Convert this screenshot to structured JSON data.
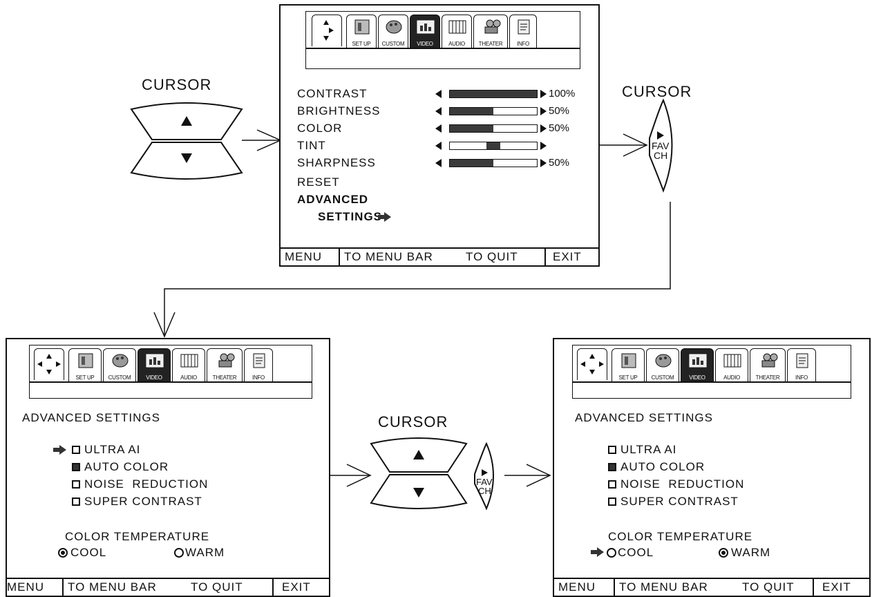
{
  "tabs": {
    "labels": [
      "SET UP",
      "CUSTOM",
      "VIDEO",
      "AUDIO",
      "THEATER",
      "INFO"
    ],
    "selected": "VIDEO"
  },
  "cursor_labels": {
    "left": "CURSOR",
    "right": "CURSOR",
    "middle": "CURSOR"
  },
  "fav_ch": {
    "line1": "FAV",
    "line2": "CH"
  },
  "footer": {
    "menu": "MENU",
    "to_menu_bar": "TO MENU BAR",
    "to_quit": "TO QUIT",
    "exit": "EXIT"
  },
  "video_menu": {
    "items": [
      {
        "label": "CONTRAST",
        "value": "100%",
        "level": 1.0
      },
      {
        "label": "BRIGHTNESS",
        "value": "50%",
        "level": 0.5
      },
      {
        "label": "COLOR",
        "value": "50%",
        "level": 0.5
      },
      {
        "label": "TINT",
        "value": "",
        "level": 0.5
      },
      {
        "label": "SHARPNESS",
        "value": "50%",
        "level": 0.5
      }
    ],
    "reset": "RESET",
    "advanced_line1": "ADVANCED",
    "advanced_line2": "SETTINGS"
  },
  "advanced_left": {
    "title": "ADVANCED SETTINGS",
    "options": [
      {
        "label": "ULTRA AI",
        "checked": false
      },
      {
        "label": "AUTO COLOR",
        "checked": true
      },
      {
        "label": "NOISE  REDUCTION",
        "checked": false
      },
      {
        "label": "SUPER CONTRAST",
        "checked": false
      }
    ],
    "color_temp_label": "COLOR TEMPERATURE",
    "cool": "COOL",
    "warm": "WARM",
    "selected_temp": "COOL",
    "pointer_on": "ULTRA AI"
  },
  "advanced_right": {
    "title": "ADVANCED SETTINGS",
    "options": [
      {
        "label": "ULTRA AI",
        "checked": false
      },
      {
        "label": "AUTO COLOR",
        "checked": true
      },
      {
        "label": "NOISE  REDUCTION",
        "checked": false
      },
      {
        "label": "SUPER CONTRAST",
        "checked": false
      }
    ],
    "color_temp_label": "COLOR TEMPERATURE",
    "cool": "COOL",
    "warm": "WARM",
    "selected_temp": "WARM",
    "pointer_on": "COOL"
  }
}
